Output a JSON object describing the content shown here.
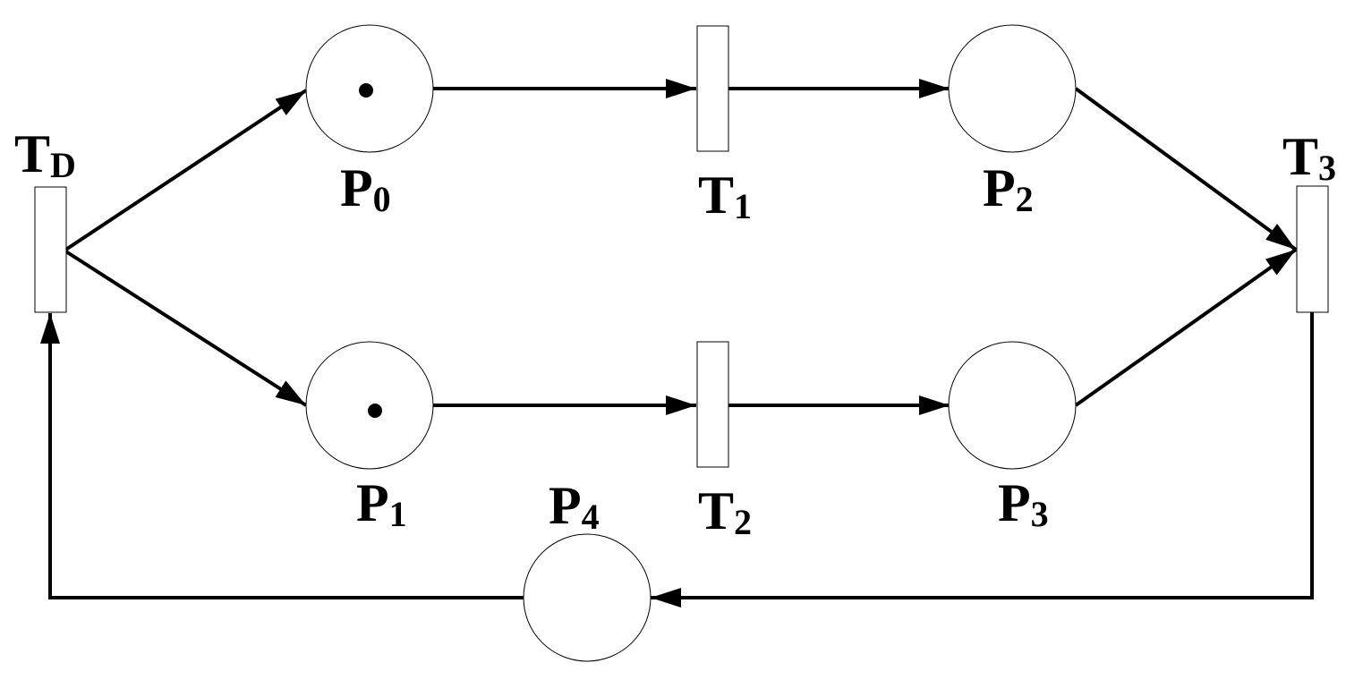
{
  "petri_net": {
    "places": [
      {
        "id": "P0",
        "letter": "P",
        "sub": "0",
        "tokens": 1
      },
      {
        "id": "P1",
        "letter": "P",
        "sub": "1",
        "tokens": 1
      },
      {
        "id": "P2",
        "letter": "P",
        "sub": "2",
        "tokens": 0
      },
      {
        "id": "P3",
        "letter": "P",
        "sub": "3",
        "tokens": 0
      },
      {
        "id": "P4",
        "letter": "P",
        "sub": "4",
        "tokens": 0
      }
    ],
    "transitions": [
      {
        "id": "TD",
        "letter": "T",
        "sub": "D"
      },
      {
        "id": "T1",
        "letter": "T",
        "sub": "1"
      },
      {
        "id": "T2",
        "letter": "T",
        "sub": "2"
      },
      {
        "id": "T3",
        "letter": "T",
        "sub": "3"
      }
    ],
    "arcs": [
      {
        "from": "TD",
        "to": "P0"
      },
      {
        "from": "TD",
        "to": "P1"
      },
      {
        "from": "P0",
        "to": "T1"
      },
      {
        "from": "P1",
        "to": "T2"
      },
      {
        "from": "T1",
        "to": "P2"
      },
      {
        "from": "T2",
        "to": "P3"
      },
      {
        "from": "P2",
        "to": "T3"
      },
      {
        "from": "P3",
        "to": "T3"
      },
      {
        "from": "T3",
        "to": "P4"
      },
      {
        "from": "P4",
        "to": "TD"
      }
    ]
  }
}
